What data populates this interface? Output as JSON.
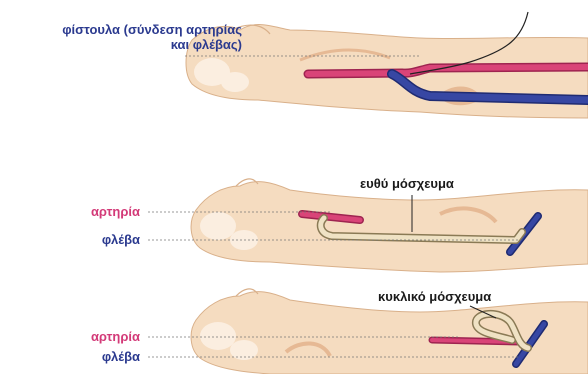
{
  "panels": [
    {
      "label_lines": [
        "φίστουλα (σύνδεση αρτηρίας",
        "και φλέβας)"
      ]
    },
    {
      "graft_label": "ευθύ μόσχευμα",
      "artery_label": "αρτηρία",
      "vein_label": "φλέβα"
    },
    {
      "graft_label": "κυκλικό μόσχευμα",
      "artery_label": "αρτηρία",
      "vein_label": "φλέβα"
    }
  ],
  "colors": {
    "skin": "#f5dcc0",
    "skin_shade": "#e6b994",
    "artery": "#d94478",
    "vein": "#3747a3",
    "graft": "#efe2c4",
    "label_blue": "#2b3a8f",
    "label_pink": "#d33a78"
  }
}
